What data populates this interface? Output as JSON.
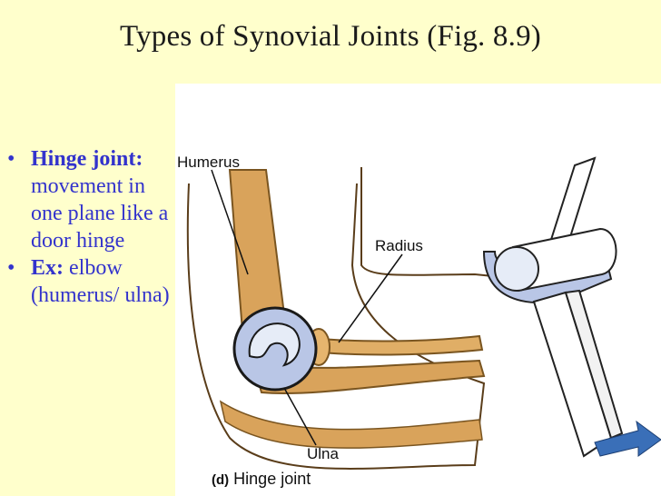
{
  "title": "Types of Synovial Joints (Fig. 8.9)",
  "bullets": [
    {
      "term": "Hinge joint:",
      "text": "movement in one plane like a door hinge"
    },
    {
      "term": "Ex:",
      "text": "elbow (humerus/ ulna)"
    }
  ],
  "figure": {
    "labels": {
      "humerus": "Humerus",
      "radius": "Radius",
      "ulna": "Ulna"
    },
    "caption": {
      "letter": "(d)",
      "text": "Hinge joint"
    }
  },
  "colors": {
    "background": "#FFFFCC",
    "bullet_text": "#3333CC",
    "bone": "#D9A35B",
    "joint_highlight": "#B9C6E6",
    "arrow": "#3A6FB8"
  }
}
